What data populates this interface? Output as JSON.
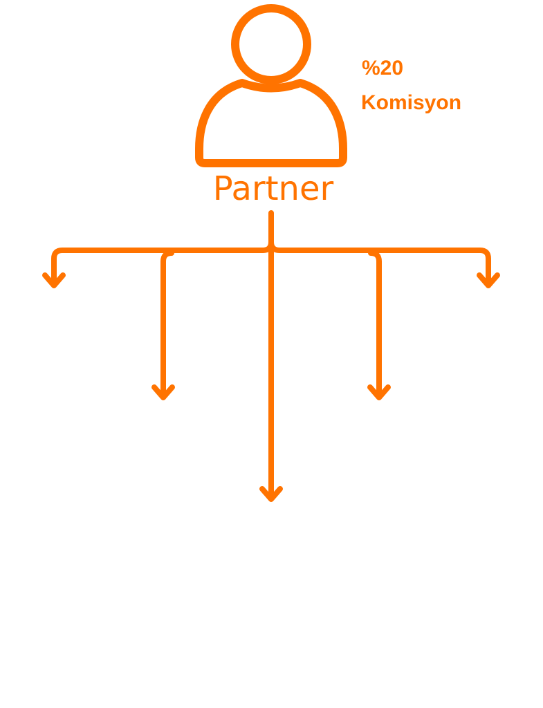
{
  "diagram": {
    "node": {
      "label": "Partner",
      "icon": "person-icon"
    },
    "commission": {
      "line1": "%20",
      "line2": "Komisyon"
    },
    "accent_color": "#FF7300",
    "branches": [
      "arrow-far-left",
      "arrow-left",
      "arrow-center",
      "arrow-right",
      "arrow-far-right"
    ]
  }
}
